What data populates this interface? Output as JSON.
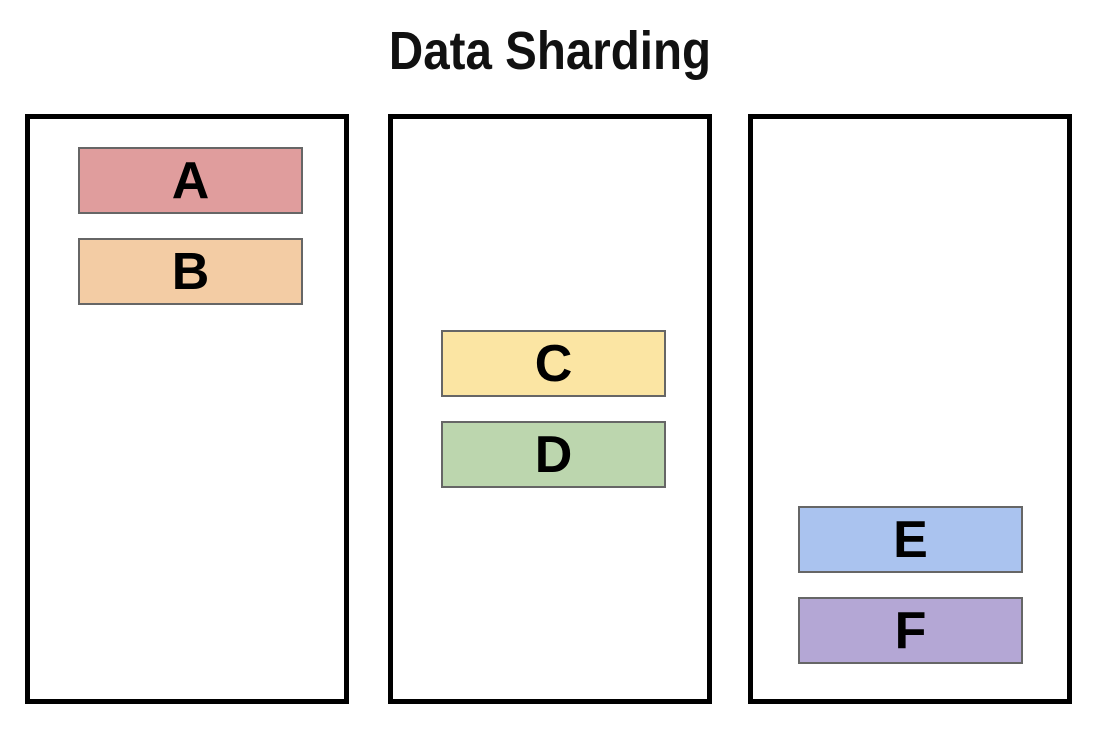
{
  "title": "Data Sharding",
  "shards": [
    {
      "blocks": [
        {
          "label": "A",
          "color": "#e09d9d"
        },
        {
          "label": "B",
          "color": "#f3cca4"
        }
      ]
    },
    {
      "blocks": [
        {
          "label": "C",
          "color": "#fbe5a3"
        },
        {
          "label": "D",
          "color": "#bcd6ae"
        }
      ]
    },
    {
      "blocks": [
        {
          "label": "E",
          "color": "#aac3ef"
        },
        {
          "label": "F",
          "color": "#b4a7d5"
        }
      ]
    }
  ]
}
